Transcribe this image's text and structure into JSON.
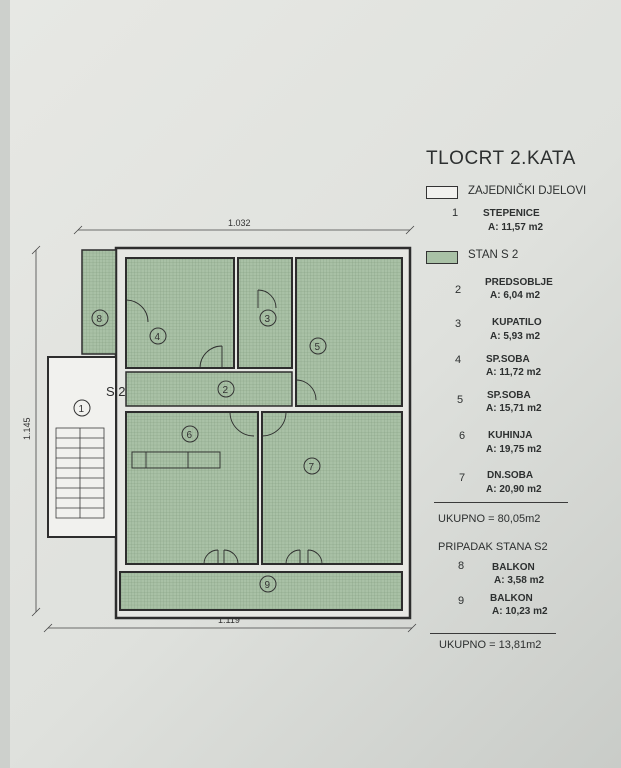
{
  "title": "TLOCRT 2.KATA",
  "legend": {
    "common": {
      "label": "ZAJEDNIČKI DJELOVI",
      "fill": "#f1f1ee"
    },
    "apartment": {
      "label": "STAN S 2",
      "fill": "#a9c1a6"
    }
  },
  "common_rooms": [
    {
      "num": "1",
      "name": "STEPENICE",
      "area": "A: 11,57 m2"
    }
  ],
  "apartment_rooms": [
    {
      "num": "2",
      "name": "PREDSOBLJE",
      "area": "A: 6,04 m2"
    },
    {
      "num": "3",
      "name": "KUPATILO",
      "area": "A: 5,93 m2"
    },
    {
      "num": "4",
      "name": "SP.SOBA",
      "area": "A: 11,72 m2"
    },
    {
      "num": "5",
      "name": "SP.SOBA",
      "area": "A: 15,71 m2"
    },
    {
      "num": "6",
      "name": "KUHINJA",
      "area": "A: 19,75 m2"
    },
    {
      "num": "7",
      "name": "DN.SOBA",
      "area": "A: 20,90 m2"
    }
  ],
  "apartment_total": "UKUPNO = 80,05m2",
  "belonging_title": "PRIPADAK STANA S2",
  "belonging_rooms": [
    {
      "num": "8",
      "name": "BALKON",
      "area": "A: 3,58 m2"
    },
    {
      "num": "9",
      "name": "BALKON",
      "area": "A: 10,23 m2"
    }
  ],
  "belonging_total": "UKUPNO = 13,81m2",
  "plan": {
    "dim_top": "1.032",
    "dim_bottom": "1.119",
    "dim_left": "1.145",
    "apartment_label": "S 2",
    "room_numbers": [
      "1",
      "2",
      "3",
      "4",
      "5",
      "6",
      "7",
      "8",
      "9"
    ]
  }
}
